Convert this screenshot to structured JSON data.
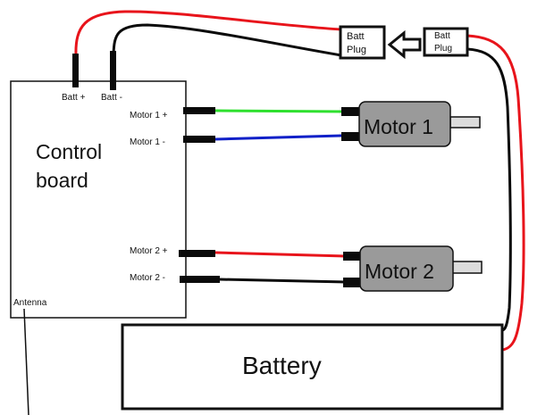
{
  "diagram": {
    "title": "RC wiring diagram",
    "colors": {
      "wire_red": "#e8141b",
      "wire_black": "#0a0a0a",
      "wire_green": "#2ee02e",
      "wire_blue": "#1020c8",
      "motor_fill": "#9a9a9a",
      "shaft_fill": "#dcdcdc",
      "outline": "#111111"
    },
    "control_board": {
      "label_line1": "Control",
      "label_line2": "board",
      "pins": {
        "batt_pos": "Batt +",
        "batt_neg": "Batt -",
        "motor1_pos": "Motor 1 +",
        "motor1_neg": "Motor 1 -",
        "motor2_pos": "Motor 2 +",
        "motor2_neg": "Motor 2 -",
        "antenna": "Antenna"
      }
    },
    "plugs": {
      "board_plug": {
        "line1": "Batt",
        "line2": "Plug"
      },
      "battery_plug": {
        "line1": "Batt",
        "line2": "Plug"
      },
      "arrow_direction": "left"
    },
    "motors": [
      {
        "label": "Motor 1",
        "pos_wire": "green",
        "neg_wire": "blue"
      },
      {
        "label": "Motor 2",
        "pos_wire": "red",
        "neg_wire": "black"
      }
    ],
    "battery": {
      "label": "Battery"
    }
  }
}
